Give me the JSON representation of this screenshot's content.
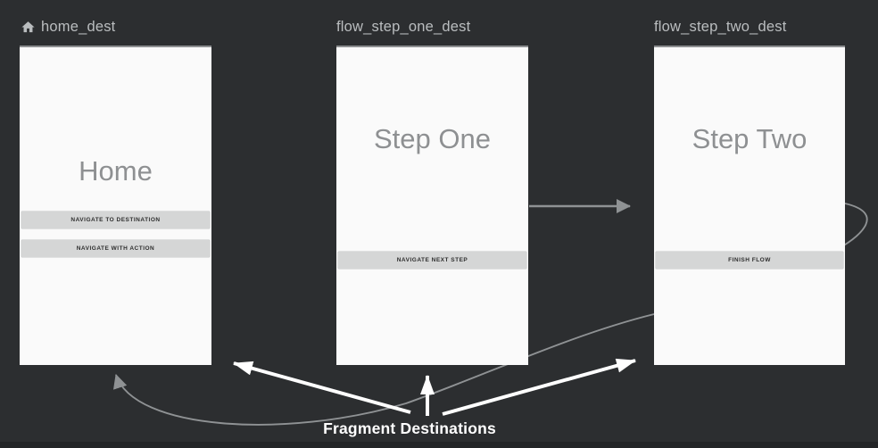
{
  "canvas": {
    "type": "navigation-graph-editor"
  },
  "destinations": [
    {
      "id": "home_dest",
      "header": "home_dest",
      "icon": "home-icon",
      "screen": {
        "title": "Home",
        "buttons": [
          "NAVIGATE TO DESTINATION",
          "NAVIGATE WITH ACTION"
        ]
      }
    },
    {
      "id": "flow_step_one_dest",
      "header": "flow_step_one_dest",
      "screen": {
        "title": "Step One",
        "buttons": [
          "NAVIGATE NEXT STEP"
        ]
      }
    },
    {
      "id": "flow_step_two_dest",
      "header": "flow_step_two_dest",
      "screen": {
        "title": "Step Two",
        "buttons": [
          "FINISH FLOW"
        ]
      }
    }
  ],
  "actions": [
    {
      "name": "step_one_to_step_two",
      "style": "straight-gray-arrow"
    },
    {
      "name": "step_two_loop_back_to_home",
      "style": "curved-gray-arrow"
    }
  ],
  "annotation": {
    "label": "Fragment Destinations",
    "arrows": [
      "to-home",
      "to-step-one",
      "to-step-two"
    ]
  },
  "colors": {
    "canvas_bg": "#2c2e30",
    "bottom_bar": "#232527",
    "card_bg": "#fafafa",
    "card_top_border": "#8d8f91",
    "button_bg": "#d5d6d6",
    "button_text": "#2e2e2e",
    "title_text": "#8e9092",
    "header_text": "#babdbf",
    "action_arrow": "#8f9294",
    "annotation_white": "#ffffff"
  }
}
